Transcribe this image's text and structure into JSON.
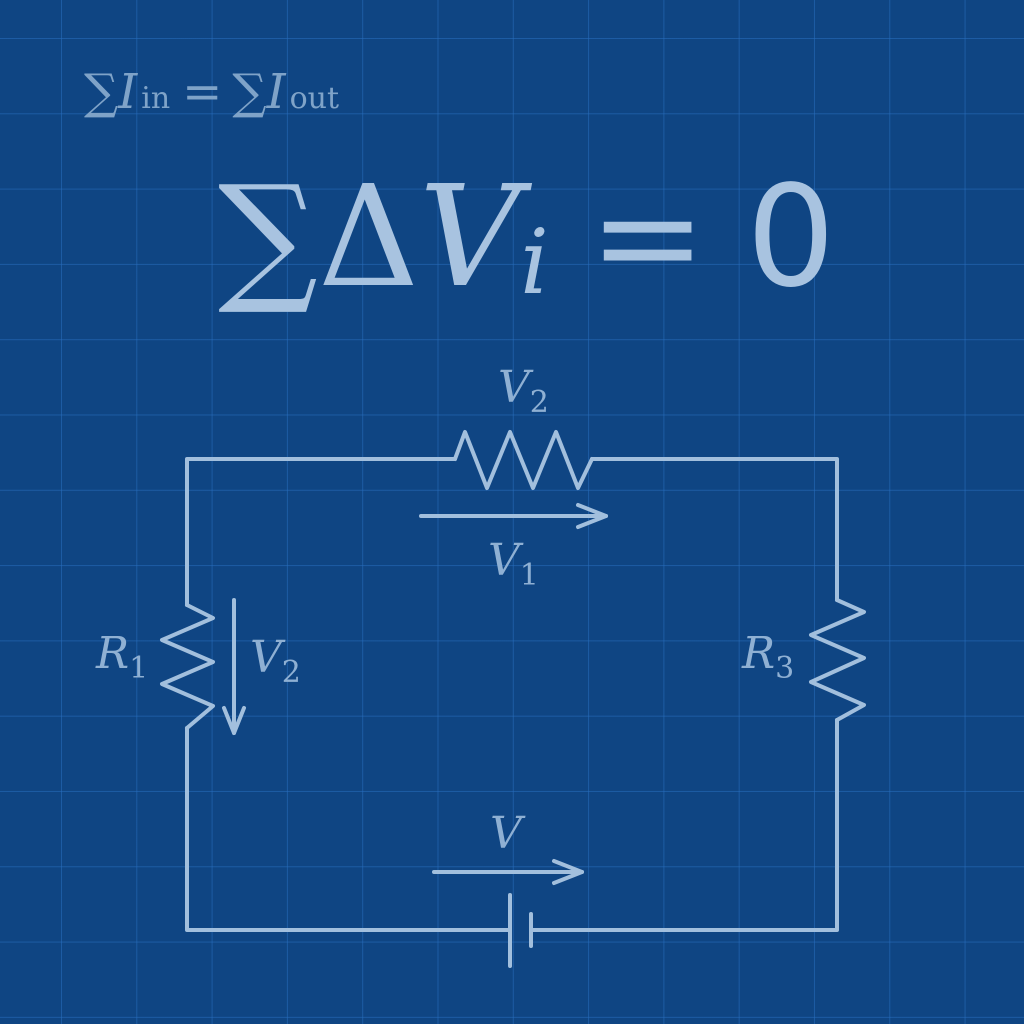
{
  "equations": {
    "kcl": {
      "sigma1": "∑",
      "i1": "I",
      "sub1": "in",
      "eq": "=",
      "sigma2": "∑",
      "i2": "I",
      "sub2": "out"
    },
    "kvl": {
      "sigma": "∑",
      "delta": "Δ",
      "v": "V",
      "sub": "i",
      "eq": "=",
      "zero": "0"
    }
  },
  "labels": {
    "top_resistor": {
      "main": "V",
      "sub": "2"
    },
    "top_arrow": {
      "main": "V",
      "sub": "1"
    },
    "left_resistor": {
      "main": "R",
      "sub": "1"
    },
    "left_arrow": {
      "main": "V",
      "sub": "2"
    },
    "right_resistor": {
      "main": "R",
      "sub": "3"
    },
    "source_arrow": {
      "main": "V"
    }
  },
  "colors": {
    "background": "#0f4583",
    "grid": "#286ebe",
    "ink": "#a2bfdd"
  }
}
